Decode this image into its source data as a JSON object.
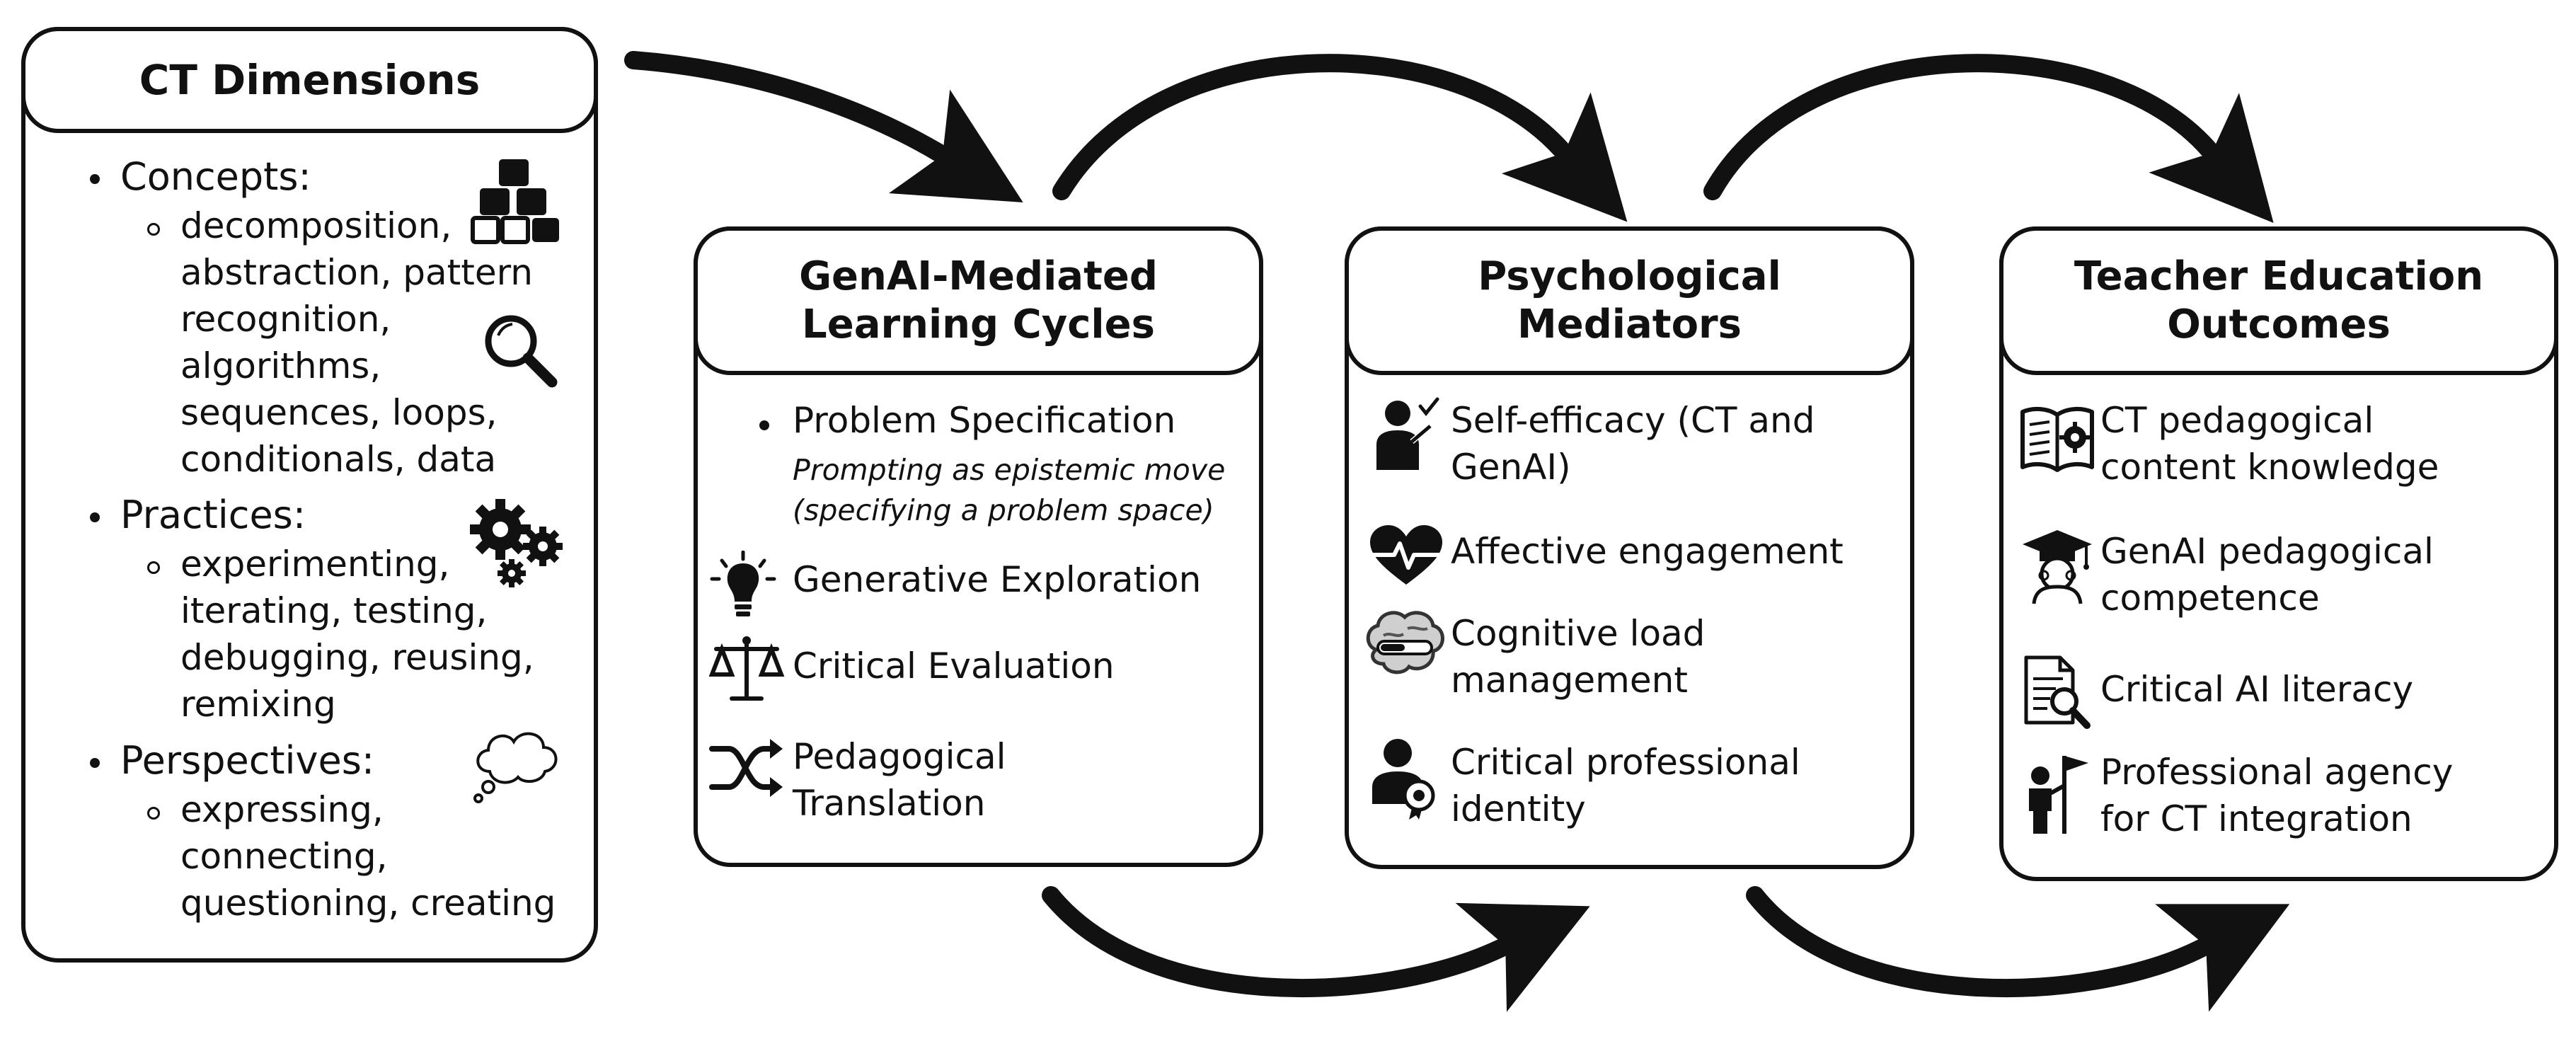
{
  "ct_dimensions": {
    "title": "CT Dimensions",
    "concepts_label": "Concepts:",
    "concepts_lines": [
      "decomposition,",
      "abstraction, pattern",
      "recognition,",
      "algorithms,",
      "sequences, loops,",
      "conditionals, data"
    ],
    "practices_label": "Practices:",
    "practices_lines": [
      "experimenting,",
      "iterating, testing,",
      "debugging, reusing,",
      "remixing"
    ],
    "perspectives_label": "Perspectives:",
    "perspectives_lines": [
      "expressing,",
      "connecting,",
      "questioning, creating"
    ]
  },
  "learning_cycles": {
    "title_lines": [
      "GenAI-Mediated",
      "Learning Cycles"
    ],
    "problem_spec": "Problem Specification",
    "problem_spec_note_lines": [
      "Prompting as epistemic move",
      "(specifying a problem space)"
    ],
    "items": [
      {
        "lines": [
          "Generative Exploration"
        ],
        "icon": "lightbulb-icon"
      },
      {
        "lines": [
          "Critical Evaluation"
        ],
        "icon": "scales-icon"
      },
      {
        "lines": [
          "Pedagogical",
          "Translation"
        ],
        "icon": "shuffle-icon"
      }
    ]
  },
  "mediators": {
    "title_lines": [
      "Psychological",
      "Mediators"
    ],
    "items": [
      {
        "lines": [
          "Self-efficacy (CT and",
          "GenAI)"
        ],
        "icon": "person-check-icon"
      },
      {
        "lines": [
          "Affective engagement"
        ],
        "icon": "heart-pulse-icon"
      },
      {
        "lines": [
          "Cognitive load",
          "management"
        ],
        "icon": "brain-icon"
      },
      {
        "lines": [
          "Critical professional",
          "identity"
        ],
        "icon": "person-badge-icon"
      }
    ]
  },
  "outcomes": {
    "title_lines": [
      "Teacher Education",
      "Outcomes"
    ],
    "items": [
      {
        "lines": [
          "CT pedagogical",
          "content knowledge"
        ],
        "icon": "book-gear-icon"
      },
      {
        "lines": [
          "GenAI pedagogical",
          "competence"
        ],
        "icon": "graduate-icon"
      },
      {
        "lines": [
          "Critical AI literacy"
        ],
        "icon": "document-search-icon"
      },
      {
        "lines": [
          "Professional agency",
          "for CT integration"
        ],
        "icon": "person-flag-icon"
      }
    ]
  }
}
